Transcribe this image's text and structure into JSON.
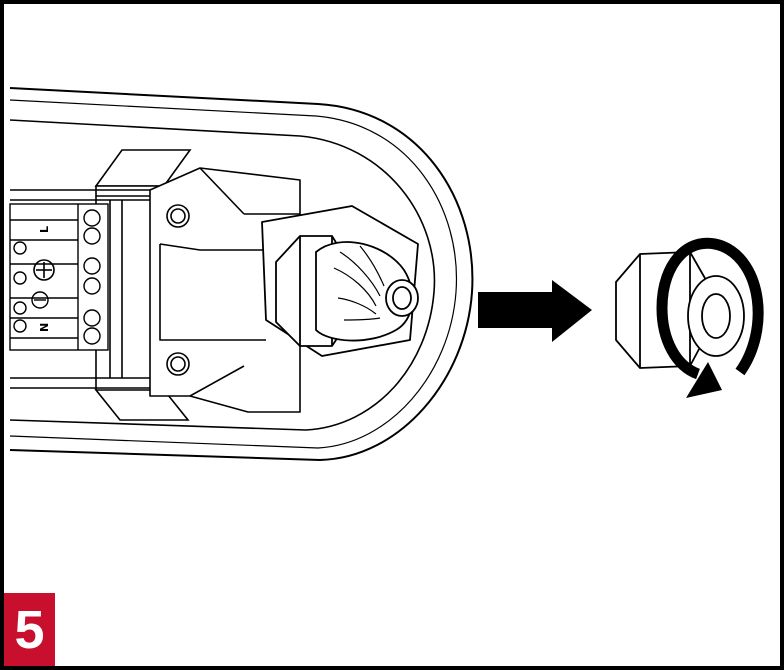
{
  "step": {
    "number": "5"
  },
  "terminal_block": {
    "labels": [
      "L",
      "N"
    ]
  },
  "colors": {
    "badge": "#c8102e",
    "badge_text": "#ffffff",
    "line_art": "#000000",
    "background": "#ffffff"
  },
  "icons": {
    "direction_arrow": "arrow-right-icon",
    "rotation": "rotate-counterclockwise-icon",
    "nut": "gland-nut-icon",
    "earth": "earth-ground-icon"
  }
}
